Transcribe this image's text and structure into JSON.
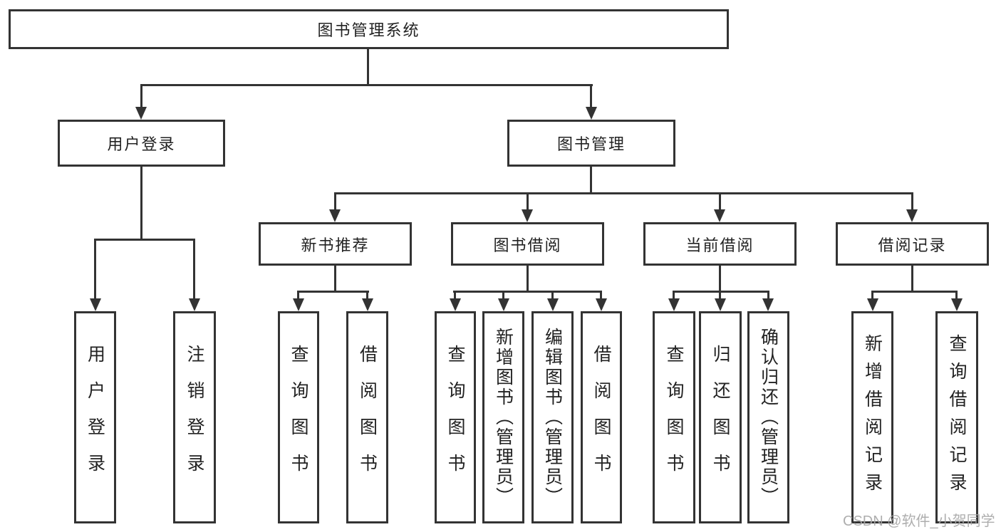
{
  "tree": {
    "root_label": "图书管理系统",
    "branches": [
      {
        "label": "用户登录",
        "leaves": [
          {
            "label": "用户登录"
          },
          {
            "label": "注销登录"
          }
        ]
      },
      {
        "label": "图书管理",
        "groups": [
          {
            "label": "新书推荐",
            "leaves": [
              {
                "label": "查询图书"
              },
              {
                "label": "借阅图书"
              }
            ]
          },
          {
            "label": "图书借阅",
            "leaves": [
              {
                "label": "查询图书"
              },
              {
                "label": "新增图书（管理员）"
              },
              {
                "label": "编辑图书（管理员）"
              },
              {
                "label": "借阅图书"
              }
            ]
          },
          {
            "label": "当前借阅",
            "leaves": [
              {
                "label": "查询图书"
              },
              {
                "label": "归还图书"
              },
              {
                "label": "确认归还（管理员）"
              }
            ]
          },
          {
            "label": "借阅记录",
            "leaves": [
              {
                "label": "新增借阅记录"
              },
              {
                "label": "查询借阅记录"
              }
            ]
          }
        ]
      }
    ]
  },
  "watermark": {
    "text": "CSDN @软件_小贺同学"
  },
  "colors": {
    "line": "#333333",
    "text": "#222222",
    "watermark": "#a6a6a6",
    "background": "#ffffff"
  }
}
